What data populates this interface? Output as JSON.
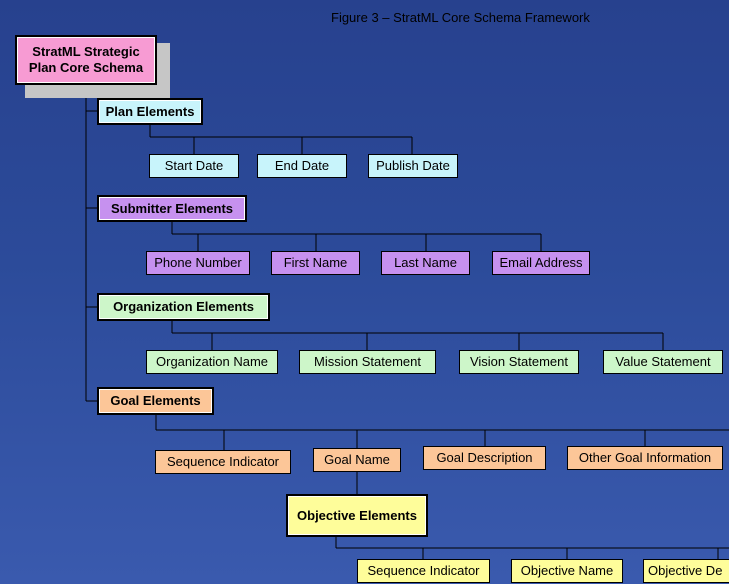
{
  "title": "Figure 3 – StratML Core Schema Framework",
  "root": {
    "line1": "StratML Strategic",
    "line2": "Plan Core Schema"
  },
  "plan": {
    "label": "Plan Elements",
    "children": [
      "Start Date",
      "End Date",
      "Publish Date"
    ]
  },
  "submitter": {
    "label": "Submitter Elements",
    "children": [
      "Phone Number",
      "First Name",
      "Last Name",
      "Email Address"
    ]
  },
  "organization": {
    "label": "Organization Elements",
    "children": [
      "Organization Name",
      "Mission Statement",
      "Vision Statement",
      "Value Statement"
    ]
  },
  "goal": {
    "label": "Goal Elements",
    "children": [
      "Sequence Indicator",
      "Goal Name",
      "Goal Description",
      "Other Goal Information"
    ]
  },
  "objective": {
    "label": "Objective Elements",
    "children": [
      "Sequence Indicator",
      "Objective Name",
      "Objective De"
    ]
  },
  "colors": {
    "background": "#2c4b9a",
    "root": "#f79bd3",
    "plan": "#c8f4fb",
    "submitter": "#c691ef",
    "organization": "#cdf6c9",
    "goal": "#fcc698",
    "objective": "#fefd9a"
  }
}
